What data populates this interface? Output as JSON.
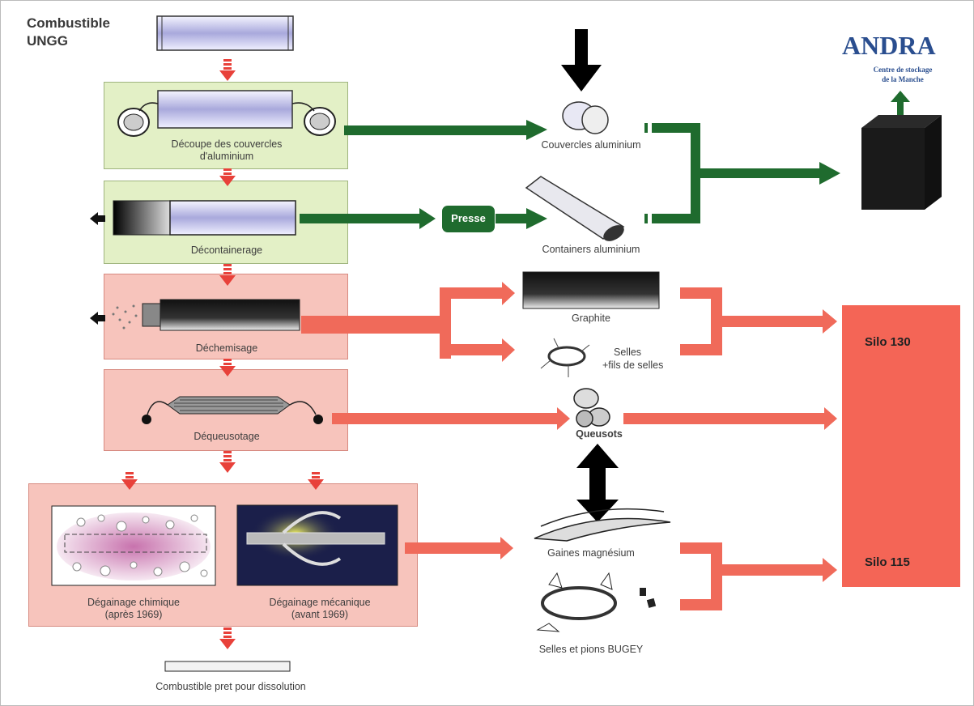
{
  "title": [
    "Combustible",
    "UNGG"
  ],
  "colors": {
    "green_box": "#e3f0c6",
    "red_box": "#f7c4bc",
    "green_arrow": "#1f6b2e",
    "red_arrow": "#f06a5a",
    "silo": "#f46556",
    "andra_blue": "#2a4e8f"
  },
  "steps": {
    "decoupe": [
      "Découpe des couvercles",
      "d'aluminium"
    ],
    "decontainerage": "Décontainerage",
    "dechemisage": "Déchemisage",
    "dequeusotage": "Déqueusotage",
    "chimique": [
      "Dégainage chimique",
      "(après 1969)"
    ],
    "mecanique": [
      "Dégainage mécanique",
      "(avant 1969)"
    ],
    "final": "Combustible pret pour dissolution"
  },
  "presse": "Presse",
  "outputs": {
    "couvercles": "Couvercles aluminium",
    "containers": "Containers aluminium",
    "graphite": "Graphite",
    "selles": [
      "Selles",
      "+fils de selles"
    ],
    "queusots": "Queusots",
    "gaines": "Gaines magnésium",
    "selles_pions": "Selles et pions BUGEY"
  },
  "andra": {
    "name": "ANDRA",
    "subtitle": [
      "Centre de stockage",
      "de la Manche"
    ]
  },
  "silos": [
    "Silo 130",
    "Silo 115"
  ],
  "icons": [
    "fuel-rod",
    "lid",
    "container-tube",
    "graphite-sleeve",
    "saddle-ring",
    "queusot-cap",
    "cladding-shell",
    "storage-cube"
  ]
}
